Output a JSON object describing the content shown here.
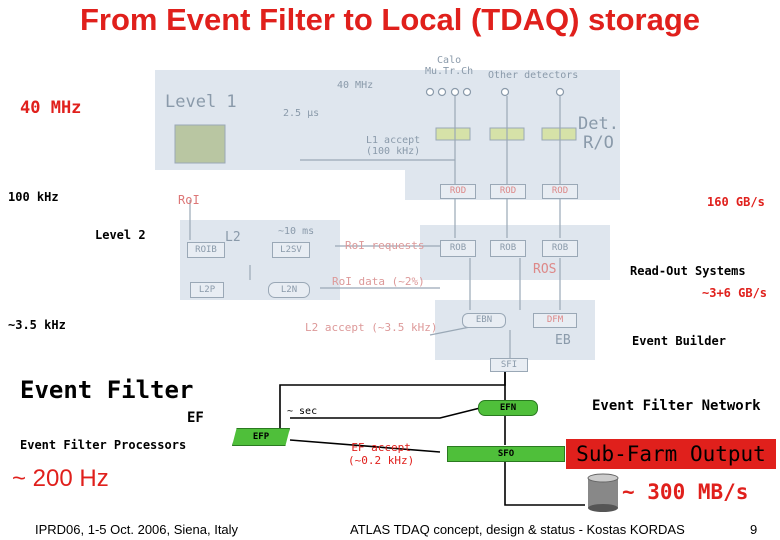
{
  "title": "From Event Filter to Local (TDAQ) storage",
  "rates": {
    "l1_in": "40 MHz",
    "l2_in": "100 kHz",
    "ef_in": "~3.5 kHz",
    "ef_out": "~ 200 Hz",
    "bw_detector": "160 GB/s",
    "bw_ros": "~3+6 GB/s",
    "bw_sfo": "~ 300 MB/s"
  },
  "background": {
    "level1": "Level 1",
    "level2": "Level 2",
    "l1_rate": "40 MHz",
    "latency_l1": "2.5 μs",
    "calo": "Calo\nMu.Tr.Ch",
    "other_detectors": "Other detectors",
    "det_ro": "Det.\nR/O",
    "l1_accept": "L1 accept\n(100 kHz)",
    "roi": "RoI",
    "l2": "L2",
    "latency_l2": "~10 ms",
    "roib": "ROIB",
    "l2sv": "L2SV",
    "l2p": "L2P",
    "l2n": "L2N",
    "roi_requests": "RoI requests",
    "roi_data": "RoI data (~2%)",
    "l2_accept": "L2 accept (~3.5 kHz)",
    "rod": [
      "ROD",
      "ROD",
      "ROD"
    ],
    "rob": [
      "ROB",
      "ROB",
      "ROB"
    ],
    "ros": "ROS",
    "ebn": "EBN",
    "dfm": "DFM",
    "eb": "EB",
    "sfi": "SFI"
  },
  "labels": {
    "read_out_systems": "Read-Out Systems",
    "event_builder": "Event Builder",
    "event_filter": "Event Filter",
    "ef": "EF",
    "latency_ef": "~ sec",
    "efp": "EFP",
    "efn": "EFN",
    "sfo": "SFO",
    "ef_accept": "EF accept\n(~0.2 kHz)",
    "event_filter_processors": "Event Filter Processors",
    "event_filter_network": "Event Filter Network",
    "sub_farm_output": "Sub-Farm Output"
  },
  "footer": {
    "left": "IPRD06, 1-5 Oct. 2006, Siena, Italy",
    "center": "ATLAS TDAQ concept, design & status - Kostas KORDAS",
    "page": "9"
  },
  "colors": {
    "title": "#e0201c",
    "hexbox": "#4fbf3a",
    "faded": "#8a9aaa",
    "sfo_bg": "#e0201c"
  }
}
